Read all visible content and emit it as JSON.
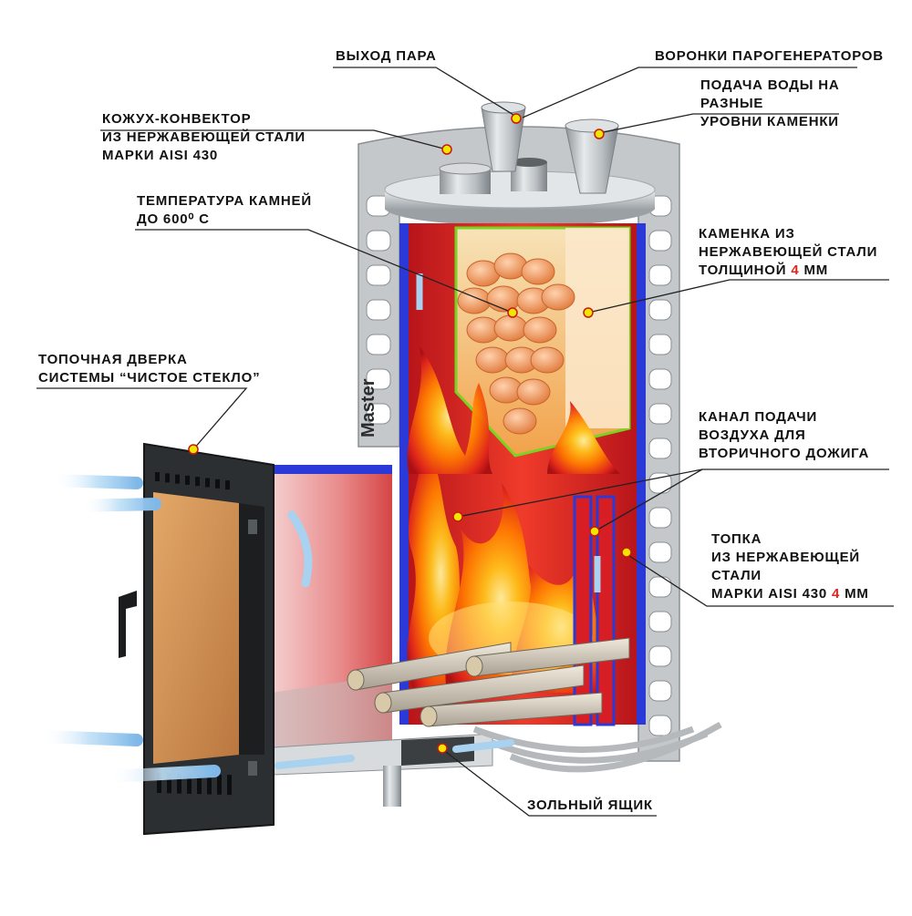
{
  "colors": {
    "accent": "#e52421",
    "marker": "#f2e600",
    "leader": "#222222",
    "steel": "#bfc3c6",
    "flame": "#ff7a00",
    "glow": "#d81b1b",
    "airflow": "#9cc9ee",
    "glass": "#c9894a",
    "blue_edge": "#1f2fd6",
    "green_edge": "#7ad322"
  },
  "stove_brand_text": "Master",
  "labels": {
    "steam_outlet": {
      "lines": [
        "ВЫХОД ПАРА"
      ]
    },
    "steam_funnels": {
      "lines": [
        "ВОРОНКИ ПАРОГЕНЕРАТОРОВ"
      ]
    },
    "water_supply": {
      "lines": [
        "ПОДАЧА ВОДЫ НА",
        "РАЗНЫЕ",
        "УРОВНИ КАМЕНКИ"
      ]
    },
    "casing_convector": {
      "lines": [
        "КОЖУХ-КОНВЕКТОР",
        "ИЗ НЕРЖАВЕЮЩЕЙ СТАЛИ",
        "МАРКИ AISI 430"
      ]
    },
    "stone_temperature": {
      "lines": [
        "ТЕМПЕРАТУРА КАМНЕЙ",
        "ДО 600⁰ С"
      ]
    },
    "stone_chamber": {
      "line1": "КАМЕНКА ИЗ",
      "line2": "НЕРЖАВЕЮЩЕЙ СТАЛИ",
      "line3_prefix": "ТОЛЩИНОЙ ",
      "line3_accent": "4",
      "line3_suffix": " ММ"
    },
    "firebox_door": {
      "lines": [
        "ТОПОЧНАЯ ДВЕРКА",
        "СИСТЕМЫ “ЧИСТОЕ СТЕКЛО”"
      ]
    },
    "air_channel": {
      "lines": [
        "КАНАЛ ПОДАЧИ",
        "ВОЗДУХА ДЛЯ",
        "ВТОРИЧНОГО ДОЖИГА"
      ]
    },
    "firebox": {
      "line1": "ТОПКА",
      "line2": "ИЗ НЕРЖАВЕЮЩЕЙ",
      "line3": "СТАЛИ",
      "line4_prefix": "МАРКИ AISI 430 ",
      "line4_accent": "4",
      "line4_suffix": " ММ"
    },
    "ash_box": {
      "lines": [
        "ЗОЛЬНЫЙ ЯЩИК"
      ]
    }
  }
}
